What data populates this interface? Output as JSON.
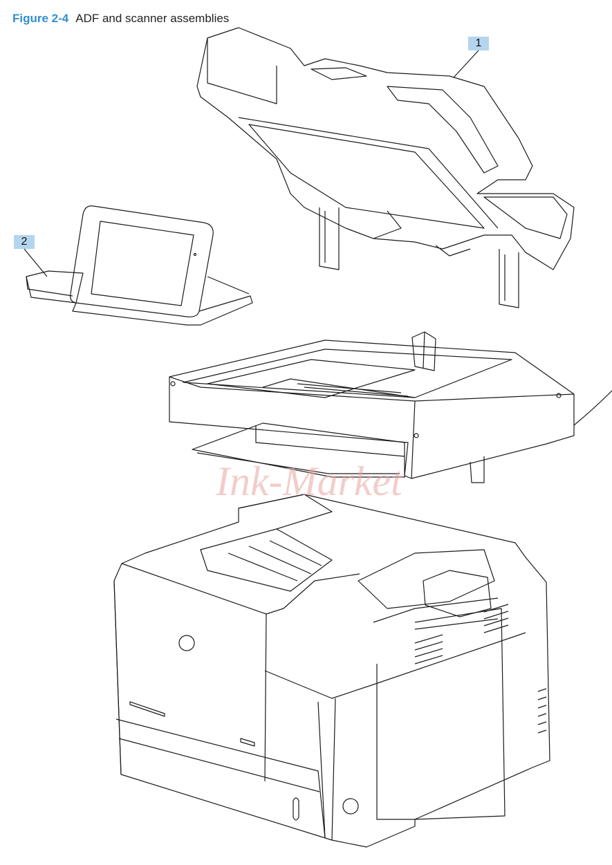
{
  "figure": {
    "number": "Figure 2-4",
    "title": "ADF and scanner assemblies"
  },
  "callouts": [
    {
      "id": "callout-1",
      "label": "1"
    },
    {
      "id": "callout-2",
      "label": "2"
    }
  ],
  "watermark": "Ink-Market",
  "colors": {
    "figure_number": "#2f8fd0",
    "callout_bg": "#b4d5ee",
    "watermark": "#e8a6a0"
  }
}
